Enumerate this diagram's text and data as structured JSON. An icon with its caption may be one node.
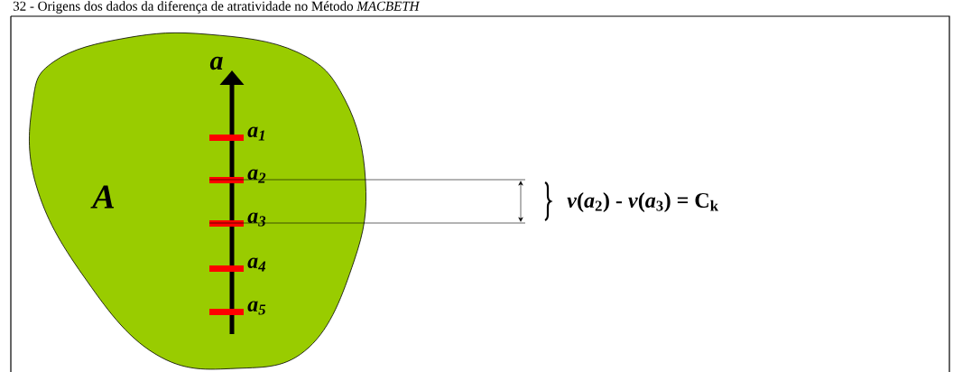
{
  "diagram": {
    "title": "32 - Origens dos dados da diferença de atratividade no Método *MACBETH*",
    "nodes": [
      {
        "text": [
          "A"
        ]
      }
    ],
    "labels": [
      "a",
      "a$_{1}$",
      "a$_{2}$",
      "a$_{3}$",
      "a$_{4}$",
      "a$_{5}$",
      "*v*(*a*$_{2}$)  -  *v*(*a*$_{3}$)  =  **C$_{k}$**"
    ]
  }
}
